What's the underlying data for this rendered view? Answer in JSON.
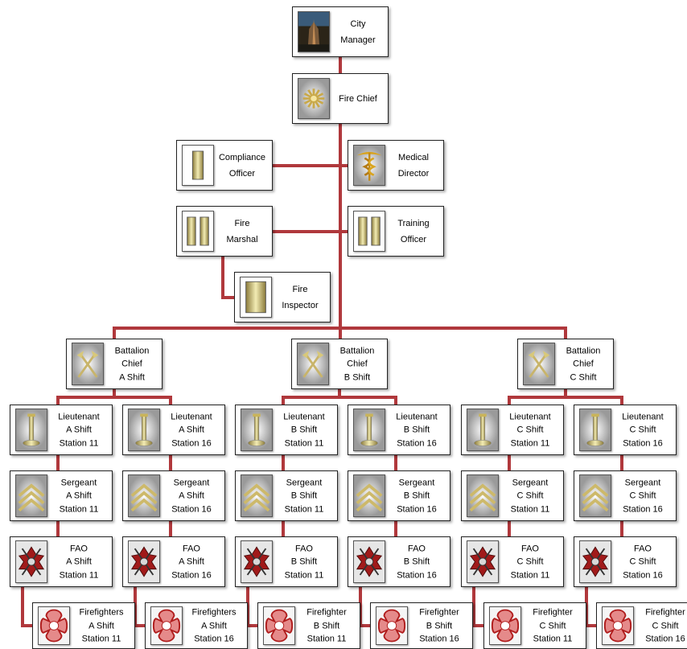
{
  "boxes": [
    {
      "id": "manager",
      "icon": "city-photo-icon",
      "lines": [
        "City",
        "Manager"
      ]
    },
    {
      "id": "chief",
      "icon": "fire-chief-insignia-icon",
      "lines": [
        "Fire Chief"
      ]
    },
    {
      "id": "compliance",
      "icon": "single-bar-insignia-icon",
      "lines": [
        "Compliance",
        "Officer"
      ]
    },
    {
      "id": "medical",
      "icon": "caduceus-icon",
      "lines": [
        "Medical",
        "Director"
      ]
    },
    {
      "id": "marshal",
      "icon": "double-bar-insignia-icon",
      "lines": [
        "Fire",
        "Marshal"
      ]
    },
    {
      "id": "training",
      "icon": "double-bar-insignia-icon",
      "lines": [
        "Training",
        "Officer"
      ]
    },
    {
      "id": "inspector",
      "icon": "plain-bar-insignia-icon",
      "lines": [
        "Fire",
        "Inspector"
      ]
    },
    {
      "id": "bc-a",
      "icon": "crossed-axes-icon",
      "lines": [
        "Battalion",
        "Chief",
        "A Shift"
      ]
    },
    {
      "id": "bc-b",
      "icon": "crossed-axes-icon",
      "lines": [
        "Battalion",
        "Chief",
        "B Shift"
      ]
    },
    {
      "id": "bc-c",
      "icon": "crossed-axes-icon",
      "lines": [
        "Battalion",
        "Chief",
        "C Shift"
      ]
    },
    {
      "id": "lt-a11",
      "icon": "bugle-icon",
      "lines": [
        "Lieutenant",
        "A Shift",
        "Station 11"
      ]
    },
    {
      "id": "lt-a16",
      "icon": "bugle-icon",
      "lines": [
        "Lieutenant",
        "A Shift",
        "Station 16"
      ]
    },
    {
      "id": "lt-b11",
      "icon": "bugle-icon",
      "lines": [
        "Lieutenant",
        "B Shift",
        "Station 11"
      ]
    },
    {
      "id": "lt-b16",
      "icon": "bugle-icon",
      "lines": [
        "Lieutenant",
        "B Shift",
        "Station 16"
      ]
    },
    {
      "id": "lt-c11",
      "icon": "bugle-icon",
      "lines": [
        "Lieutenant",
        "C Shift",
        "Station 11"
      ]
    },
    {
      "id": "lt-c16",
      "icon": "bugle-icon",
      "lines": [
        "Lieutenant",
        "C Shift",
        "Station 16"
      ]
    },
    {
      "id": "sg-a11",
      "icon": "chevron-stripes-icon",
      "lines": [
        "Sergeant",
        "A Shift",
        "Station 11"
      ]
    },
    {
      "id": "sg-a16",
      "icon": "chevron-stripes-icon",
      "lines": [
        "Sergeant",
        "A Shift",
        "Station 16"
      ]
    },
    {
      "id": "sg-b11",
      "icon": "chevron-stripes-icon",
      "lines": [
        "Sergeant",
        "B Shift",
        "Station 11"
      ]
    },
    {
      "id": "sg-b16",
      "icon": "chevron-stripes-icon",
      "lines": [
        "Sergeant",
        "B Shift",
        "Station 16"
      ]
    },
    {
      "id": "sg-c11",
      "icon": "chevron-stripes-icon",
      "lines": [
        "Sergeant",
        "C Shift",
        "Station 11"
      ]
    },
    {
      "id": "sg-c16",
      "icon": "chevron-stripes-icon",
      "lines": [
        "Sergeant",
        "C Shift",
        "Station 16"
      ]
    },
    {
      "id": "fao-a11",
      "icon": "fire-emblem-icon",
      "lines": [
        "FAO",
        "A Shift",
        "Station 11"
      ]
    },
    {
      "id": "fao-a16",
      "icon": "fire-emblem-icon",
      "lines": [
        "FAO",
        "A Shift",
        "Station 16"
      ]
    },
    {
      "id": "fao-b11",
      "icon": "fire-emblem-icon",
      "lines": [
        "FAO",
        "B Shift",
        "Station 11"
      ]
    },
    {
      "id": "fao-b16",
      "icon": "fire-emblem-icon",
      "lines": [
        "FAO",
        "B Shift",
        "Station 16"
      ]
    },
    {
      "id": "fao-c11",
      "icon": "fire-emblem-icon",
      "lines": [
        "FAO",
        "C Shift",
        "Station 11"
      ]
    },
    {
      "id": "fao-c16",
      "icon": "fire-emblem-icon",
      "lines": [
        "FAO",
        "C Shift",
        "Station 16"
      ]
    },
    {
      "id": "ff-a11",
      "icon": "maltese-cross-icon",
      "lines": [
        "Firefighters",
        "A Shift",
        "Station 11"
      ]
    },
    {
      "id": "ff-a16",
      "icon": "maltese-cross-icon",
      "lines": [
        "Firefighters",
        "A Shift",
        "Station 16"
      ]
    },
    {
      "id": "ff-b11",
      "icon": "maltese-cross-icon",
      "lines": [
        "Firefighter",
        "B Shift",
        "Station 11"
      ]
    },
    {
      "id": "ff-b16",
      "icon": "maltese-cross-icon",
      "lines": [
        "Firefighter",
        "B Shift",
        "Station 16"
      ]
    },
    {
      "id": "ff-c11",
      "icon": "maltese-cross-icon",
      "lines": [
        "Firefighter",
        "C Shift",
        "Station 11"
      ]
    },
    {
      "id": "ff-c16",
      "icon": "maltese-cross-icon",
      "lines": [
        "Firefighter",
        "C Shift",
        "Station 16"
      ]
    }
  ],
  "colors": {
    "connector": "#b0383c",
    "box_border": "#222222",
    "gold": "#d4c87a"
  }
}
